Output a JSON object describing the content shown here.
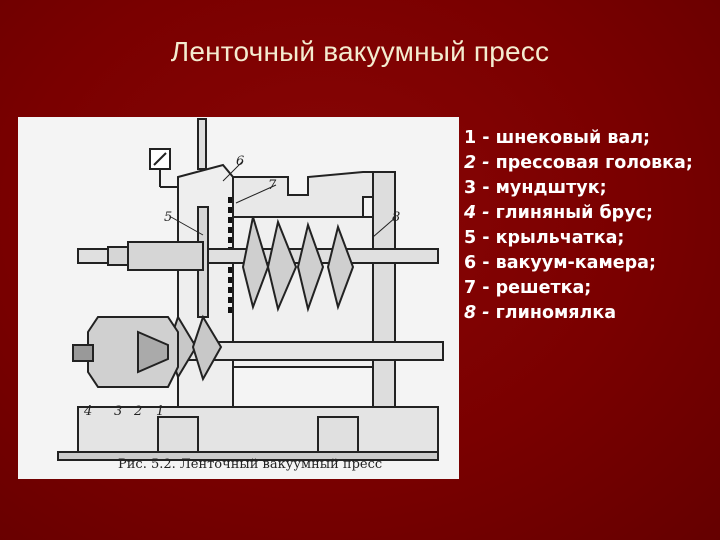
{
  "slide": {
    "title": "Ленточный вакуумный пресс",
    "caption": "Рис. 5.2. Ленточный вакуумный пресс",
    "figure_numbers": [
      "1",
      "2",
      "3",
      "4",
      "5",
      "6",
      "7",
      "8"
    ]
  },
  "legend": [
    {
      "num": "1 - ",
      "text": "шнековый вал;"
    },
    {
      "num": "2 - ",
      "text": "прессовая головка;"
    },
    {
      "num": "3 - ",
      "text": "мундштук;"
    },
    {
      "num": "4 - ",
      "text": "глиняный брус;"
    },
    {
      "num": "5 - ",
      "text": "крыльчатка;"
    },
    {
      "num": "6 - ",
      "text": "вакуум-камера;"
    },
    {
      "num": "7 - ",
      "text": "решетка;"
    },
    {
      "num": "8 - ",
      "text": "глиномялка"
    }
  ],
  "colors": {
    "background": "#7d0000",
    "title": "#f4ecd0",
    "legend": "#ffffff"
  }
}
